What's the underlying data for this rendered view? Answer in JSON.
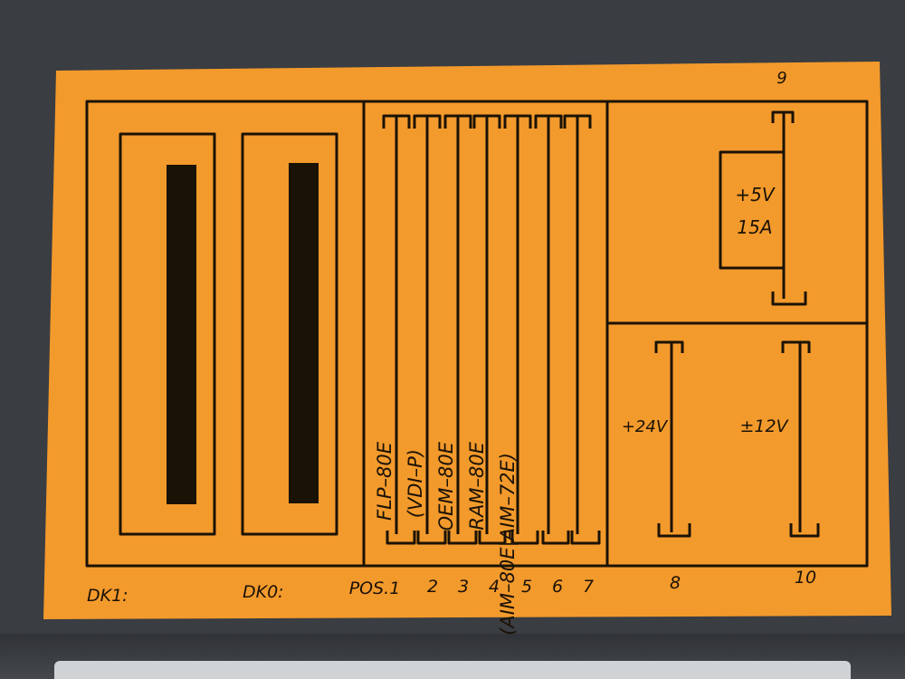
{
  "colors": {
    "label": "#f39a2c",
    "ink": "#1b1206",
    "background": "#3a3d42"
  },
  "labels": {
    "top_number": "9",
    "power_5v": "+5V",
    "power_5v_current": "15A",
    "power_24v": "+24V",
    "power_12v": "±12V",
    "dk1": "DK1:",
    "dk0": "DK0:",
    "pos1": "POS.1",
    "pos2": "2",
    "pos3": "3",
    "pos4": "4",
    "pos5": "5",
    "pos6": "6",
    "pos7": "7",
    "pos8": "8",
    "pos10": "10"
  },
  "slots": {
    "flp": "FLP–80E",
    "vdi": "(VDI–P)",
    "oem": "OEM–80E",
    "ram": "RAM–80E",
    "aim": "(AIM–80E|AIM–72E)"
  }
}
